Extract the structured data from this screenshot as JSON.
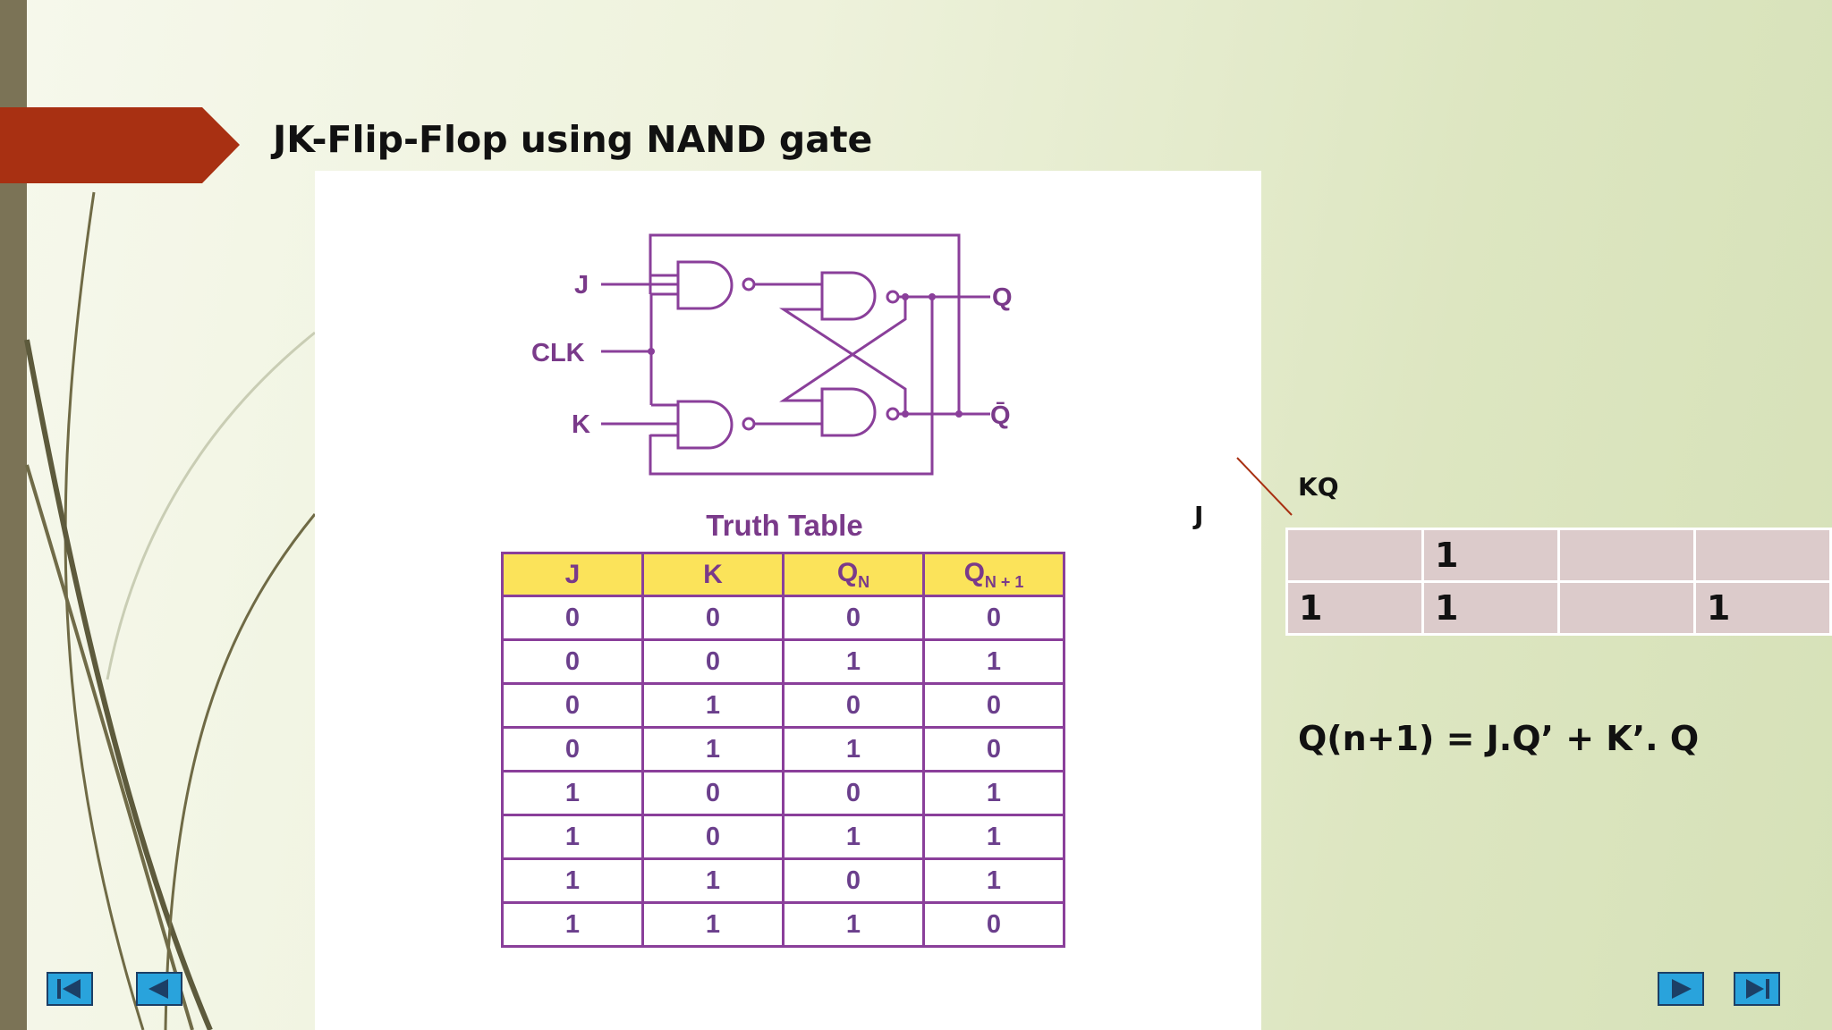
{
  "slide": {
    "title": "JK-Flip-Flop using NAND gate",
    "accent_color": "#a83012"
  },
  "circuit": {
    "labels": {
      "j": "J",
      "clk": "CLK",
      "k": "K",
      "q": "Q",
      "qbar": "Q̄"
    },
    "line_color": "#8a3f9a"
  },
  "truth_table": {
    "title": "Truth Table",
    "headers": [
      "J",
      "K",
      "Q",
      "Q"
    ],
    "header_subscripts": [
      "",
      "",
      "N",
      "N + 1"
    ],
    "rows": [
      [
        "0",
        "0",
        "0",
        "0"
      ],
      [
        "0",
        "0",
        "1",
        "1"
      ],
      [
        "0",
        "1",
        "0",
        "0"
      ],
      [
        "0",
        "1",
        "1",
        "0"
      ],
      [
        "1",
        "0",
        "0",
        "1"
      ],
      [
        "1",
        "0",
        "1",
        "1"
      ],
      [
        "1",
        "1",
        "0",
        "1"
      ],
      [
        "1",
        "1",
        "1",
        "0"
      ]
    ]
  },
  "kmap": {
    "row_label": "J",
    "col_label": "KQ",
    "rows": [
      [
        "",
        "1",
        "",
        ""
      ],
      [
        "1",
        "1",
        "",
        "1"
      ]
    ]
  },
  "equation": "Q(n+1) = J.Q’ + K’. Q",
  "nav": {
    "first_icon": "first-slide-icon",
    "prev_icon": "previous-slide-icon",
    "next_icon": "next-slide-icon",
    "last_icon": "last-slide-icon"
  }
}
